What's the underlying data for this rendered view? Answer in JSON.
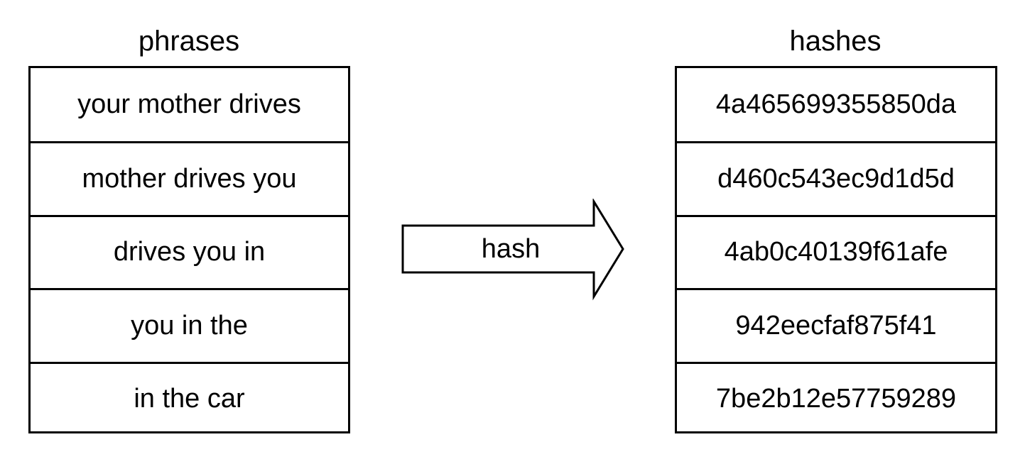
{
  "phrases": {
    "title": "phrases",
    "items": [
      "your mother drives",
      "mother drives you",
      "drives you in",
      "you in the",
      "in the car"
    ]
  },
  "arrow": {
    "label": "hash"
  },
  "hashes": {
    "title": "hashes",
    "items": [
      "4a465699355850da",
      "d460c543ec9d1d5d",
      "4ab0c40139f61afe",
      "942eecfaf875f41",
      "7be2b12e57759289"
    ]
  }
}
